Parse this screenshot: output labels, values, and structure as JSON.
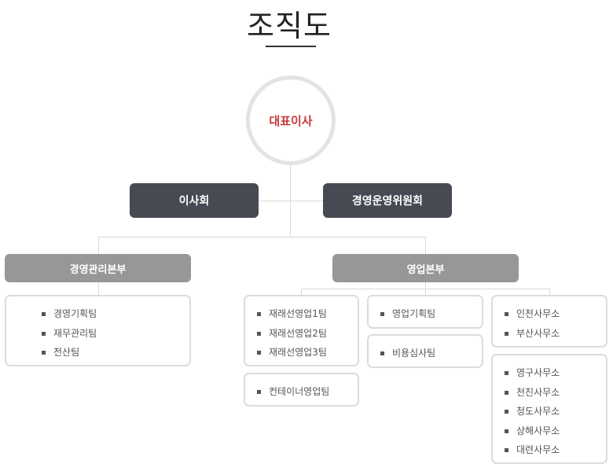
{
  "page": {
    "title": "조직도"
  },
  "ceo": {
    "label": "대표이사"
  },
  "board": {
    "label": "이사회"
  },
  "committee": {
    "label": "경영운영위원회"
  },
  "divisions": {
    "management": {
      "label": "경영관리본부",
      "teams": [
        "경영기획팀",
        "재무관리팀",
        "전산팀"
      ]
    },
    "sales": {
      "label": "영업본부",
      "groups": {
        "reefer": [
          "재래선영업1팀",
          "재래선영업2팀",
          "재래선영업3팀"
        ],
        "container": [
          "컨테이너영업팀"
        ],
        "planning": [
          "영업기획팀"
        ],
        "cost": [
          "비용심사팀"
        ],
        "offices_a": [
          "인천사무소",
          "부산사무소"
        ],
        "offices_b": [
          "영구사무소",
          "천진사무소",
          "청도사무소",
          "상해사무소",
          "대련사무소"
        ]
      }
    }
  },
  "colors": {
    "ceo_text": "#c8363a",
    "dark_box": "#474a52",
    "division_box": "#979797",
    "line": "#d9d9d9"
  }
}
